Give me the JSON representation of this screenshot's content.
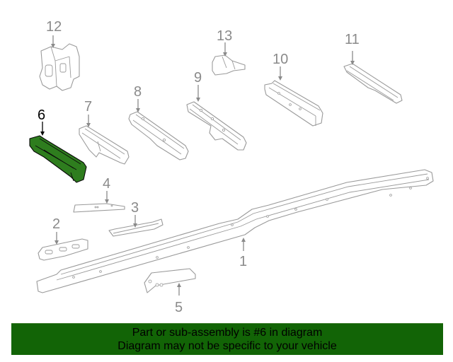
{
  "diagram": {
    "selected_part": "6",
    "highlight_color": "#2e7d1e",
    "callouts": [
      {
        "id": "1",
        "label": "1"
      },
      {
        "id": "2",
        "label": "2"
      },
      {
        "id": "3",
        "label": "3"
      },
      {
        "id": "4",
        "label": "4"
      },
      {
        "id": "5",
        "label": "5"
      },
      {
        "id": "6",
        "label": "6"
      },
      {
        "id": "7",
        "label": "7"
      },
      {
        "id": "8",
        "label": "8"
      },
      {
        "id": "9",
        "label": "9"
      },
      {
        "id": "10",
        "label": "10"
      },
      {
        "id": "11",
        "label": "11"
      },
      {
        "id": "12",
        "label": "12"
      },
      {
        "id": "13",
        "label": "13"
      }
    ]
  },
  "banner": {
    "background_color": "#126406",
    "line1": "Part or sub-assembly is #6 in diagram",
    "line2": "Diagram may not be specific to your vehicle"
  }
}
